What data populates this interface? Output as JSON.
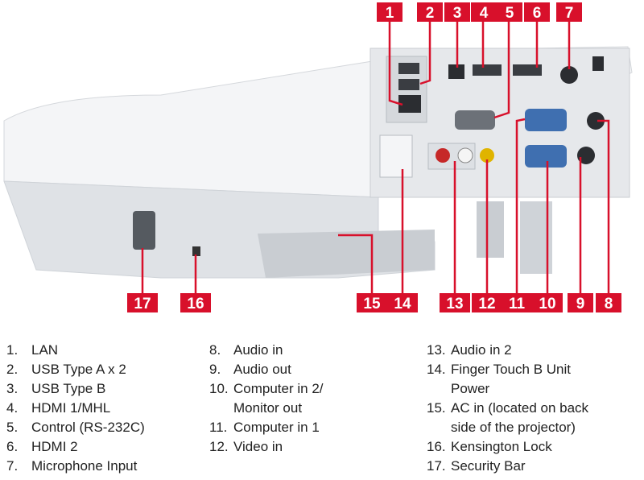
{
  "callouts": [
    "1",
    "2",
    "3",
    "4",
    "5",
    "6",
    "7",
    "8",
    "9",
    "10",
    "11",
    "12",
    "13",
    "14",
    "15",
    "16",
    "17"
  ],
  "legend": [
    [
      {
        "num": "1.",
        "lines": [
          "LAN"
        ]
      },
      {
        "num": "2.",
        "lines": [
          "USB Type A x 2"
        ]
      },
      {
        "num": "3.",
        "lines": [
          "USB Type B"
        ]
      },
      {
        "num": "4.",
        "lines": [
          "HDMI 1/MHL"
        ]
      },
      {
        "num": "5.",
        "lines": [
          "Control (RS-232C)"
        ]
      },
      {
        "num": "6.",
        "lines": [
          "HDMI 2"
        ]
      },
      {
        "num": "7.",
        "lines": [
          "Microphone Input"
        ]
      }
    ],
    [
      {
        "num": "8.",
        "lines": [
          "Audio in"
        ]
      },
      {
        "num": "9.",
        "lines": [
          "Audio out"
        ]
      },
      {
        "num": "10.",
        "lines": [
          "Computer in 2/",
          "Monitor out"
        ]
      },
      {
        "num": "11.",
        "lines": [
          "Computer in 1"
        ]
      },
      {
        "num": "12.",
        "lines": [
          "Video in"
        ]
      }
    ],
    [
      {
        "num": "13.",
        "lines": [
          "Audio in 2"
        ]
      },
      {
        "num": "14.",
        "lines": [
          "Finger Touch B Unit",
          "Power"
        ]
      },
      {
        "num": "15.",
        "lines": [
          "AC in (located on back",
          "side of the projector)"
        ]
      },
      {
        "num": "16.",
        "lines": [
          "Kensington Lock"
        ]
      },
      {
        "num": "17.",
        "lines": [
          "Security Bar"
        ]
      }
    ]
  ],
  "colors": {
    "callout": "#d8102b",
    "body": "#eef0f3",
    "panel": "#e1e4e8"
  }
}
